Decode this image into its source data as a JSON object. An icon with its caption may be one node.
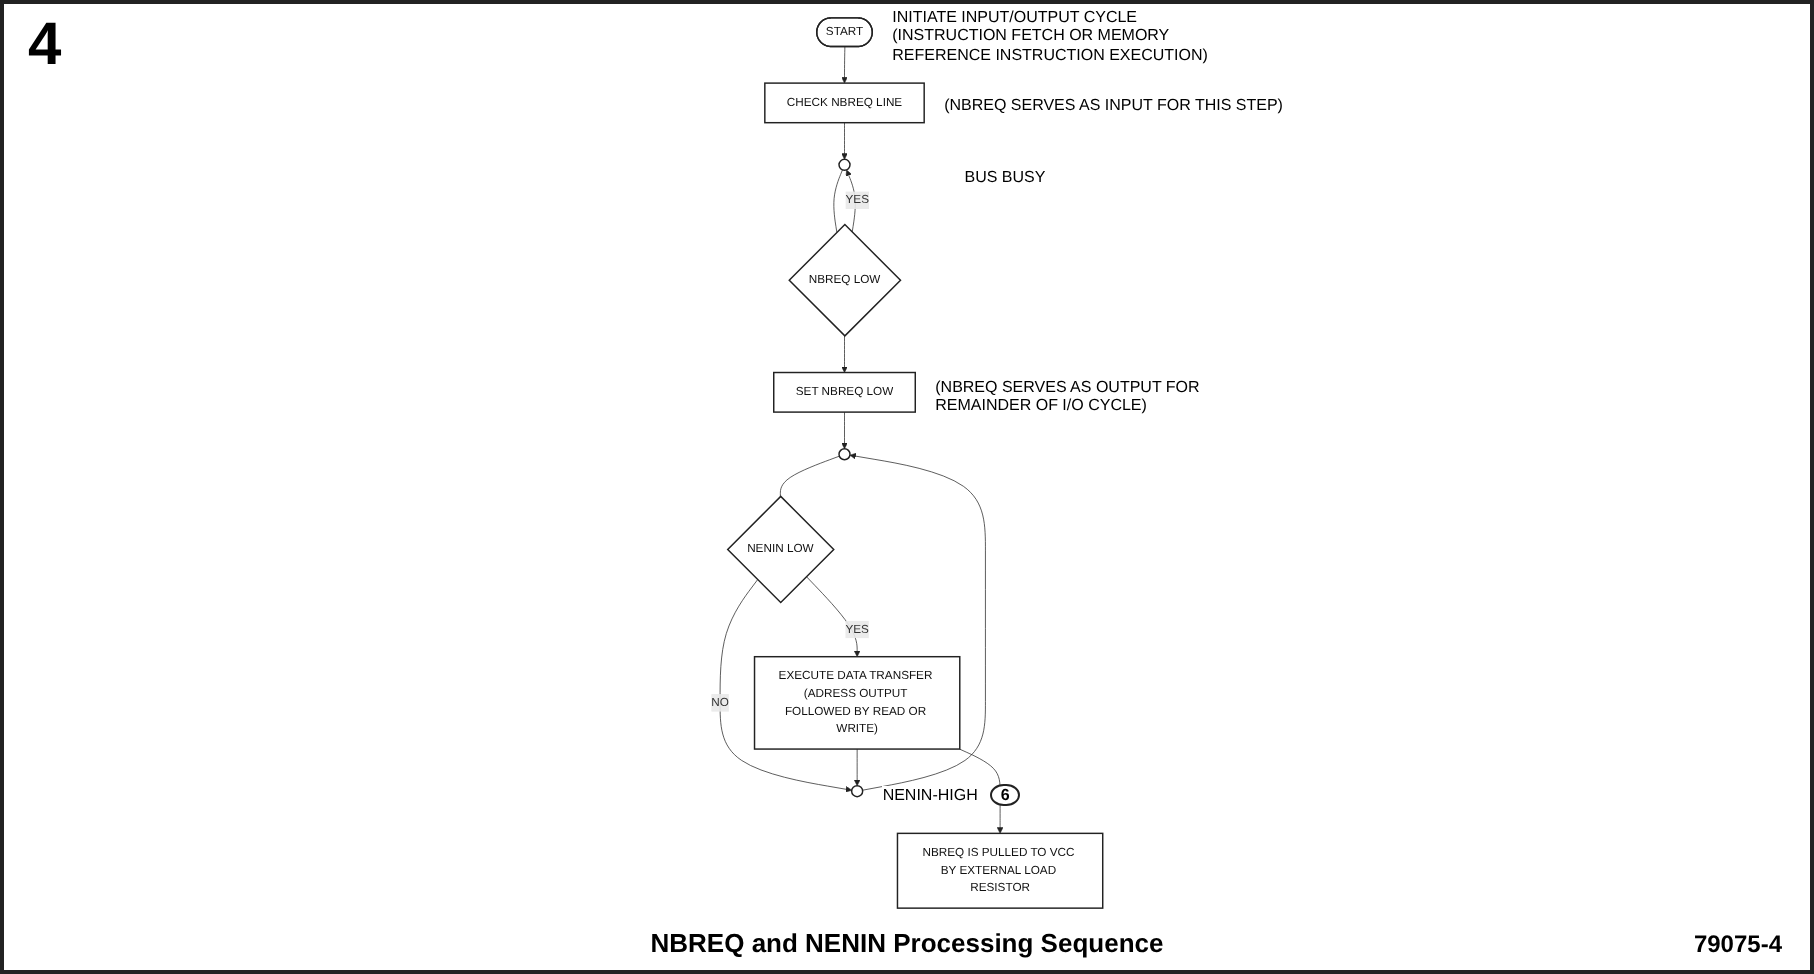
{
  "diagram": {
    "caption": "NBREQ and NENIN Processing Sequence",
    "nodes": [
      {
        "text": [
          "START"
        ],
        "beside": [
          "INITIATE INPUT/OUTPUT CYCLE (INSTRUCTION FETCH OR MEMORY REFERENCE INSTRUCTION EXECUTION)"
        ]
      },
      {
        "text": [
          "CHECK NBREQ LINE"
        ],
        "beside": [
          "(NBREQ SERVES AS INPUT FOR THIS STEP)"
        ]
      },
      {
        "text": [],
        "shape": "circle"
      },
      {
        "text": [
          "NBREQ LOW"
        ]
      },
      {
        "text": [
          "SET NBREQ LOW"
        ],
        "beside": [
          "(NBREQ SERVES AS OUTPUT FOR REMAINDER OF I/O CYCLE)"
        ]
      },
      {
        "text": [],
        "shape": "circle"
      },
      {
        "text": [
          "NENIN LOW"
        ]
      },
      {
        "text": [
          "EXECUTE DATA TRANSFER (ADRESS OUTPUT FOLLOWED BY READ OR WRITE)"
        ]
      },
      {
        "text": [
          "NBREQ IS PULLED TO VCC BY EXTERNAL LOAD RESISTOR"
        ]
      },
      {
        "text": [],
        "shape": "circle",
        "beside": [
          "NENIN-HIGH",
          "6"
        ]
      }
    ],
    "edges": [
      {
        "from": 0,
        "to": 1,
        "arrow": "to"
      },
      {
        "from": 1,
        "to": 2,
        "arrow": "to"
      },
      {
        "from": 2,
        "to": 3,
        "arrow": "none"
      },
      {
        "from": 3,
        "to": 2,
        "arrow": "to",
        "label": "YES"
      },
      {
        "from": 3,
        "to": 4,
        "arrow": "to"
      },
      {
        "from": 4,
        "to": 5,
        "arrow": "to"
      },
      {
        "from": 5,
        "to": 6,
        "arrow": "none"
      },
      {
        "from": 6,
        "to": 7,
        "arrow": "to",
        "label": "YES"
      },
      {
        "from": 6,
        "to": 9,
        "arrow": "to",
        "label": "NO"
      },
      {
        "from": 7,
        "to": 9,
        "arrow": "to"
      },
      {
        "from": 7,
        "to": 8,
        "arrow": "to"
      },
      {
        "from": 9,
        "to": 5,
        "arrow": "to"
      }
    ],
    "labels": [
      "4",
      "BUS BUSY",
      "79075-4"
    ]
  }
}
